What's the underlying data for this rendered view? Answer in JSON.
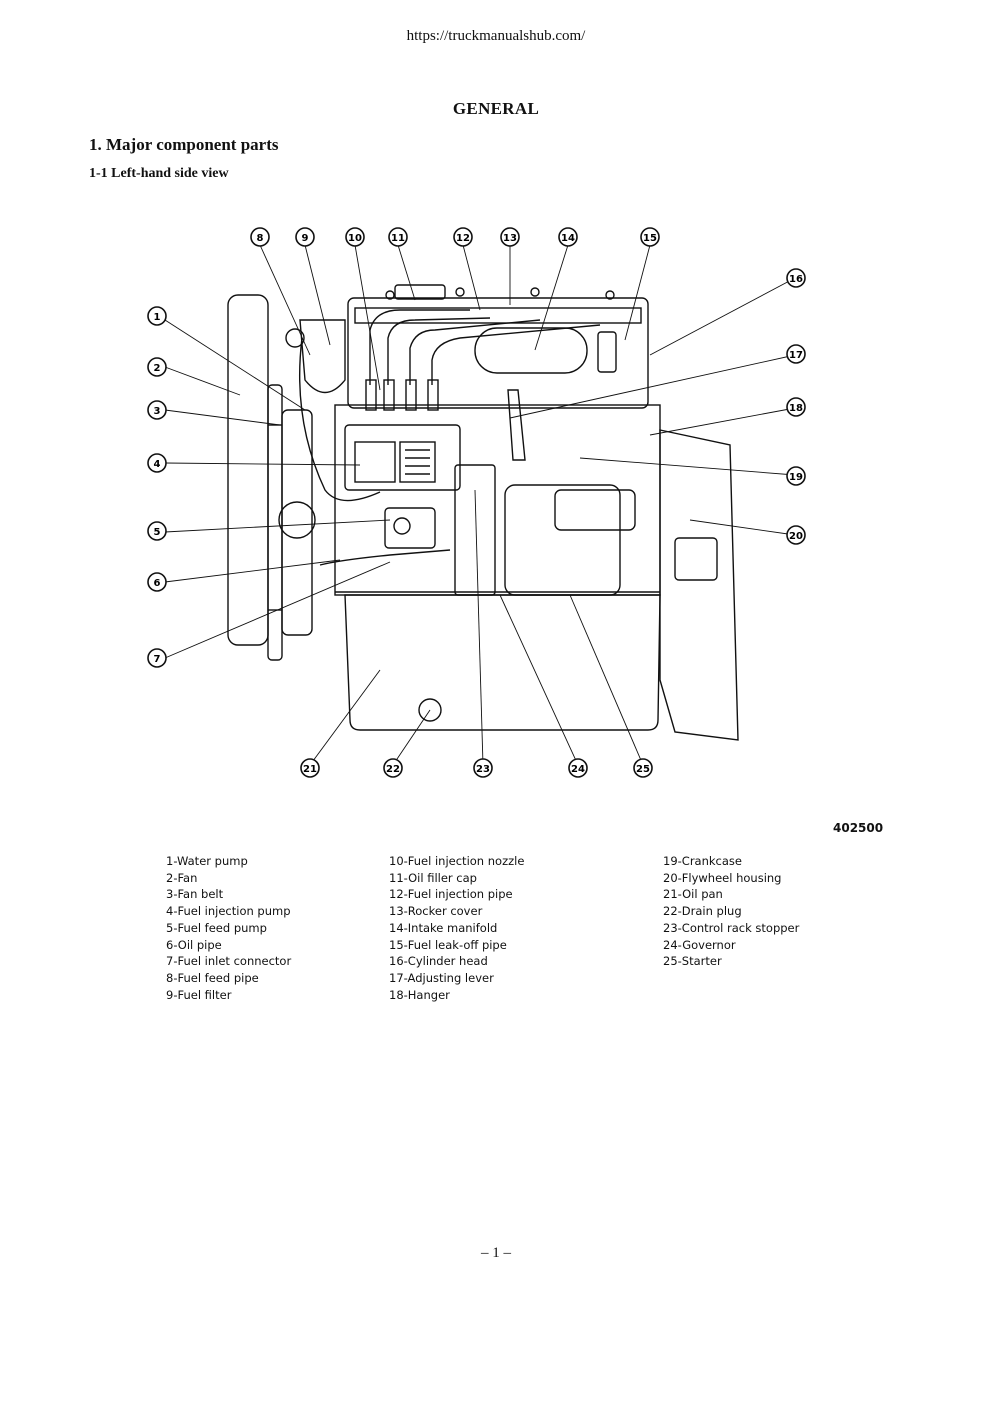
{
  "header": {
    "url": "https://truckmanualshub.com/"
  },
  "document": {
    "title": "GENERAL",
    "section": "1. Major component parts",
    "subsection": "1-1  Left-hand side view",
    "figure_number": "402500",
    "page_number": "– 1 –"
  },
  "callouts": [
    "1",
    "2",
    "3",
    "4",
    "5",
    "6",
    "7",
    "8",
    "9",
    "10",
    "11",
    "12",
    "13",
    "14",
    "15",
    "16",
    "17",
    "18",
    "19",
    "20",
    "21",
    "22",
    "23",
    "24",
    "25"
  ],
  "legend": {
    "col1": [
      "1-Water pump",
      "2-Fan",
      "3-Fan belt",
      "4-Fuel injection pump",
      "5-Fuel feed pump",
      "6-Oil pipe",
      "7-Fuel inlet connector",
      "8-Fuel feed pipe",
      "9-Fuel filter"
    ],
    "col2": [
      "10-Fuel injection nozzle",
      "11-Oil filler cap",
      "12-Fuel injection pipe",
      "13-Rocker cover",
      "14-Intake manifold",
      "15-Fuel leak-off pipe",
      "16-Cylinder head",
      "17-Adjusting lever",
      "18-Hanger"
    ],
    "col3": [
      "19-Crankcase",
      "20-Flywheel housing",
      "21-Oil pan",
      "22-Drain plug",
      "23-Control rack stopper",
      "24-Governor",
      "25-Starter"
    ]
  }
}
